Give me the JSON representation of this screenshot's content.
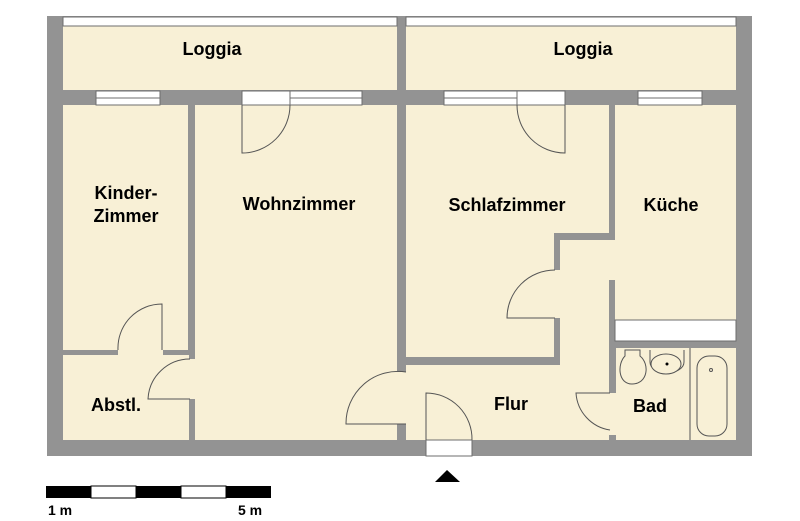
{
  "floorplan": {
    "rooms": [
      {
        "id": "loggia-left",
        "label": "Loggia"
      },
      {
        "id": "loggia-right",
        "label": "Loggia"
      },
      {
        "id": "kinderzimmer",
        "label_line1": "Kinder-",
        "label_line2": "Zimmer"
      },
      {
        "id": "wohnzimmer",
        "label": "Wohnzimmer"
      },
      {
        "id": "schlafzimmer",
        "label": "Schlafzimmer"
      },
      {
        "id": "kueche",
        "label": "Küche"
      },
      {
        "id": "abstellraum",
        "label": "Abstl."
      },
      {
        "id": "flur",
        "label": "Flur"
      },
      {
        "id": "bad",
        "label": "Bad"
      }
    ],
    "entrance_marker": "entrance-arrow",
    "colors": {
      "floor": "#f8f0d6",
      "wall": "#939393",
      "window": "#ffffff",
      "text": "#000000"
    }
  },
  "scale_bar": {
    "start_label": "1 m",
    "end_label": "5 m",
    "segments": 5
  }
}
